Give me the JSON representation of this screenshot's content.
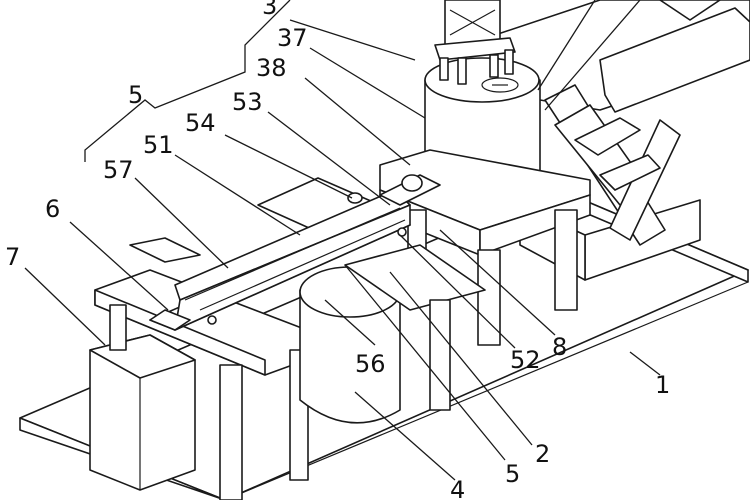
{
  "labels": {
    "l1": "1",
    "l2": "2",
    "l3": "3",
    "l4": "4",
    "l5_top": "5",
    "l5_bottom": "5",
    "l6": "6",
    "l7": "7",
    "l8": "8",
    "l37": "37",
    "l38": "38",
    "l51": "51",
    "l52": "52",
    "l53": "53",
    "l54": "54",
    "l56": "56",
    "l57": "57"
  }
}
